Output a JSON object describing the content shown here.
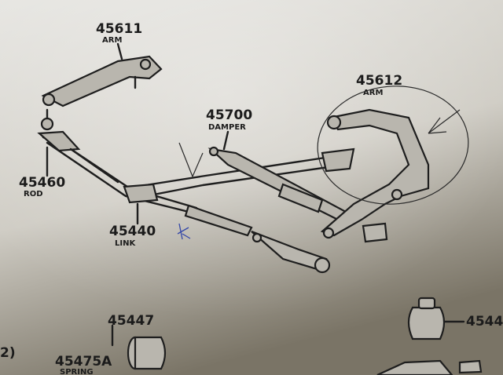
{
  "diagram": {
    "parts": [
      {
        "number": "45611",
        "name": "ARM"
      },
      {
        "number": "45612",
        "name": "ARM"
      },
      {
        "number": "45700",
        "name": "DAMPER"
      },
      {
        "number": "45460",
        "name": "ROD"
      },
      {
        "number": "45440",
        "name": "LINK"
      },
      {
        "number": "45447",
        "name": ""
      },
      {
        "number": "45475A",
        "name": "SPRING"
      },
      {
        "number": "4544",
        "name": ""
      }
    ],
    "edge_fragment": "2)"
  },
  "colors": {
    "paper_light": "#e9e8e3",
    "paper_dark": "#6f6a5e",
    "ink": "#1e1e1e",
    "pen_blue": "#3347a8"
  }
}
